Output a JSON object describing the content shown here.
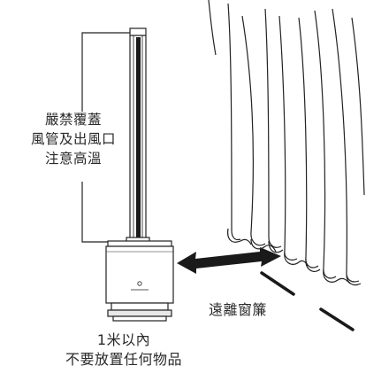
{
  "warning": {
    "line1": "嚴禁覆蓋",
    "line2": "風管及出風口",
    "line3": "注意高溫"
  },
  "curtain_label": "遠離窗簾",
  "distance_note": {
    "line1": "1米以內",
    "line2": "不要放置任何物品"
  },
  "colors": {
    "line": "#222222",
    "device_fill": "#ffffff",
    "base_gray": "#e8e8e8",
    "arrow": "#1a1a1a"
  }
}
